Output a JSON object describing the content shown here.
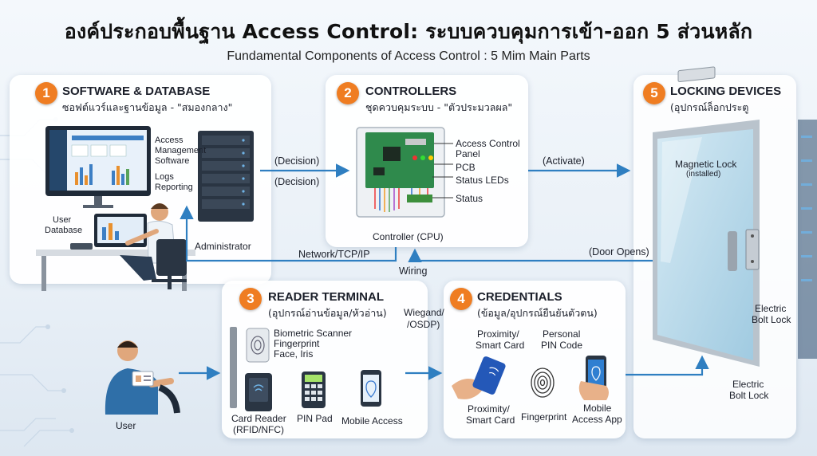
{
  "title": "องค์ประกอบพื้นฐาน Access Control: ระบบควบคุมการเข้า-ออก 5 ส่วนหลัก",
  "subtitle": "Fundamental Components of Access Control :  5 Mim Main Parts",
  "colors": {
    "accent": "#ef7d22",
    "arrow": "#2f7fc1",
    "panel": "#ffffff"
  },
  "panels": {
    "software": {
      "number": "1",
      "title": "SOFTWARE & DATABASE",
      "subtitle": "ซอฟต์แวร์และฐานข้อมูล - \"สมองกลาง\"",
      "labels": {
        "access_mgmt_1": "Access",
        "access_mgmt_2": "Management",
        "access_mgmt_3": "Software",
        "logs": "Logs",
        "reporting": "Reporting",
        "user_1": "User",
        "user_2": "Database",
        "administrator": "Administrator"
      }
    },
    "controllers": {
      "number": "2",
      "title": "CONTROLLERS",
      "subtitle": "ชุดควบคุมระบบ - \"ตัวประมวลผล\"",
      "labels": {
        "acp_1": "Access Control",
        "acp_2": "Panel",
        "pcb": "PCB",
        "status_leds": "Status LEDs",
        "status": "Status",
        "controller_cpu": "Controller (CPU)"
      }
    },
    "reader": {
      "number": "3",
      "title": "READER TERMINAL",
      "subtitle": "(อุปกรณ์อ่านข้อมูล/หัวอ่าน)",
      "labels": {
        "bio_1": "Biometric Scanner",
        "bio_2": "Fingerprint",
        "bio_3": "Face, Iris",
        "card_1": "Card Reader",
        "card_2": "(RFID/NFC)",
        "pin_pad": "PIN Pad",
        "mobile_access": "Mobile Access"
      }
    },
    "credentials": {
      "number": "4",
      "title": "CREDENTIALS",
      "subtitle": "(ข้อมูล/อุปกรณ์ยืนยันตัวตน)",
      "labels": {
        "prox_top_1": "Proximity/",
        "prox_top_2": "Smart Card",
        "pin_code_1": "Personal",
        "pin_code_2": "PIN Code",
        "prox_bot_1": "Proximity/",
        "prox_bot_2": "Smart Card",
        "fingerprint": "Fingerprint",
        "mobile_app_1": "Mobile",
        "mobile_app_2": "Access App"
      }
    },
    "locking": {
      "number": "5",
      "title": "LOCKING DEVICES",
      "subtitle": "(อุปกรณ์ล็อกประตู",
      "labels": {
        "maglock_1": "Magnetic Lock",
        "maglock_2": "(installed)",
        "ebolt1_1": "Electric",
        "ebolt1_2": "Bolt Lock",
        "ebolt2_1": "Electric",
        "ebolt2_2": "Bolt Lock"
      }
    }
  },
  "flows": {
    "decision_1": "(Decision)",
    "decision_2": "(Decision)",
    "activate": "(Activate)",
    "door_opens": "(Door Opens)",
    "network": "Network/TCP/IP",
    "wiring": "Wiring",
    "wiegand_1": "Wiegand/",
    "wiegand_2": "/OSDP)",
    "user": "User"
  }
}
